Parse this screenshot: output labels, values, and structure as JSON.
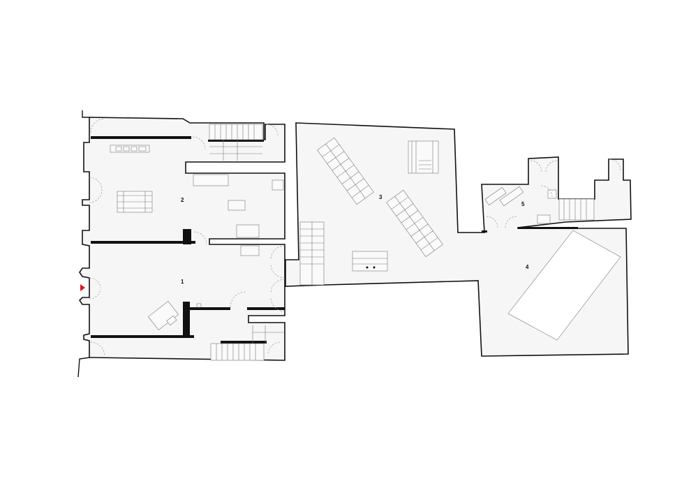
{
  "plan": {
    "rooms": [
      {
        "id": "1",
        "label": "1"
      },
      {
        "id": "2",
        "label": "2"
      },
      {
        "id": "3",
        "label": "3"
      },
      {
        "id": "4",
        "label": "4"
      },
      {
        "id": "5",
        "label": "5"
      }
    ],
    "entrance_marker_color": "#e0141e",
    "floor_color": "#f6f6f6",
    "wall_color": "#111111"
  }
}
